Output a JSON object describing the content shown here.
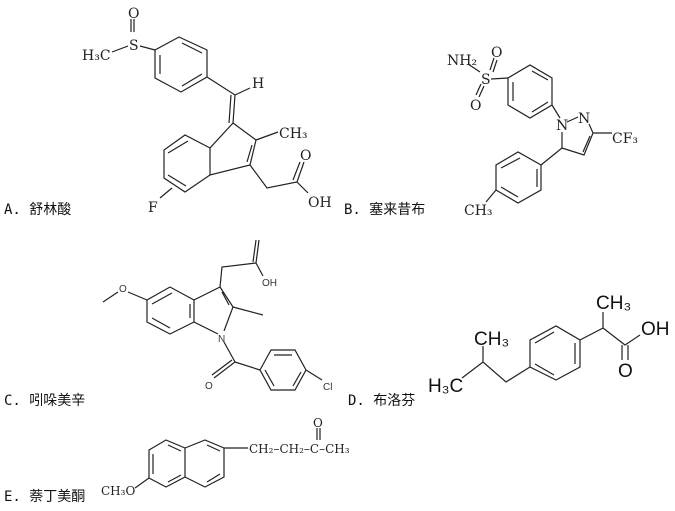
{
  "options": [
    {
      "letter": "A.",
      "name": "舒林酸"
    },
    {
      "letter": "B.",
      "name": "塞来昔布"
    },
    {
      "letter": "C.",
      "name": "吲哚美辛"
    },
    {
      "letter": "D.",
      "name": "布洛芬"
    },
    {
      "letter": "E.",
      "name": "萘丁美酮"
    }
  ],
  "structures": {
    "sulindac": {
      "o_sulfoxide": "O",
      "s": "S",
      "h3c": "H₃C",
      "h": "H",
      "ch3": "CH₃",
      "o_carbonyl": "O",
      "oh": "OH",
      "f": "F"
    },
    "celecoxib": {
      "nh2": "NH₂",
      "s": "S",
      "o1": "O",
      "o2": "O",
      "n1": "N",
      "n2": "N",
      "cf3": "CF₃",
      "ch3": "CH₃"
    },
    "indomethacin": {
      "o_methoxy": "O",
      "oh": "OH",
      "n": "N",
      "o_carbonyl": "O",
      "cl": "Cl"
    },
    "ibuprofen": {
      "h3c": "H₃C",
      "ch3_iso": "CH₃",
      "ch3_alpha": "CH₃",
      "oh": "OH",
      "o": "O"
    },
    "nabumetone": {
      "ch3o": "CH₃O",
      "chain": "CH₂–CH₂–C–CH₃",
      "o": "O"
    }
  }
}
